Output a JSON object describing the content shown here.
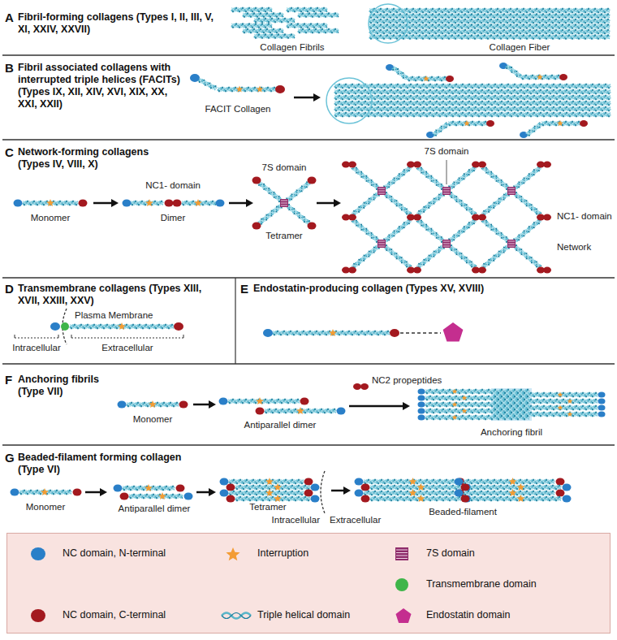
{
  "diagram": {
    "nodes": [
      {
        "text": [
          "A",
          "Fibril-forming collagens (Types I, II, III, V, XI, XXIV, XXVII)"
        ]
      },
      {
        "text": [
          "B",
          "Fibril associated collagens with interrupted triple helices (FACITs) (Types IX, XII, XIV, XVI, XIX, XX, XXI, XXII)"
        ]
      },
      {
        "text": [
          "C",
          "Network-forming collagens (Types IV, VIII, X)"
        ]
      },
      {
        "text": [
          "D",
          "Transmembrane collagens (Types XIII, XVII, XXIII, XXV)"
        ]
      },
      {
        "text": [
          "E",
          "Endostatin-producing collagen (Types XV, XVIII)"
        ]
      },
      {
        "text": [
          "F",
          "Anchoring fibrils (Type VII)"
        ]
      },
      {
        "text": [
          "G",
          "Beaded-filament forming collagen (Type VI)"
        ]
      }
    ],
    "labels": [
      "Collagen Fibrils",
      "Collagen Fiber",
      "FACIT Collagen",
      "NC1- domain",
      "7S domain",
      "7S domain",
      "Monomer",
      "Dimer",
      "Tetramer",
      "NC1- domain",
      "Network",
      "Plasma Membrane",
      "Intracellular",
      "Extracellular",
      "NC2 propeptides",
      "Monomer",
      "Antiparallel dimer",
      "Anchoring fibril",
      "Monomer",
      "Antiparallel dimer",
      "Tetramer",
      "Intracellular",
      "Extracellular",
      "Beaded-filament"
    ],
    "legend": [
      {
        "text": "NC domain, N-terminal",
        "color": "#2a7fc8"
      },
      {
        "text": "Interruption",
        "color": "#f39c34"
      },
      {
        "text": "7S domain",
        "color": "#8e2c6a"
      },
      {
        "text": "Transmembrane domain",
        "color": "#3fb549"
      },
      {
        "text": "NC domain, C-terminal",
        "color": "#a3191f"
      },
      {
        "text": "Triple helical domain",
        "color": "#5bb5c8"
      },
      {
        "text": "Endostatin domain",
        "color": "#c42e8f"
      }
    ]
  }
}
